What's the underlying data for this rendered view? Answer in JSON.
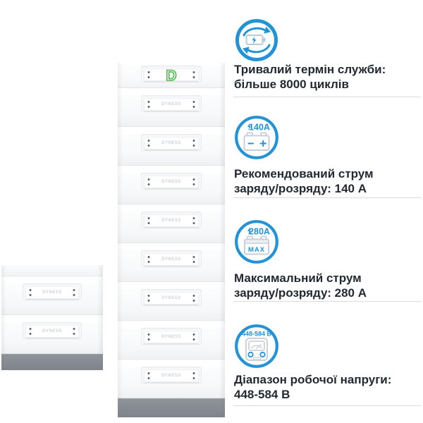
{
  "colors": {
    "accent_blue": "#2293d6",
    "icon_gray": "#c9cfd7",
    "text_dark": "#212a33",
    "base_gray": "#868b93",
    "logo_green": "#55b54f"
  },
  "towers": {
    "plate_label": "DYNESS",
    "logo_letter": "D",
    "small_tower_module_count": "2",
    "large_tower_module_count": "8"
  },
  "features": [
    {
      "icon": "cycle-battery-icon",
      "line1": "Тривалий термін служби:",
      "line2": "більше 8000 циклів"
    },
    {
      "icon": "battery-140a-icon",
      "badge": "140A",
      "line1": "Рекомендований струм",
      "line2": "заряду/розряду: 140 А"
    },
    {
      "icon": "battery-280a-icon",
      "badge": "280A",
      "badge_note": "MAX",
      "line1": "Максимальний струм",
      "line2": "заряду/розряду: 280 А"
    },
    {
      "icon": "voltmeter-icon",
      "badge": "448-584 В",
      "line1": "Діапазон робочої напруги:",
      "line2": "448-584 В"
    }
  ]
}
